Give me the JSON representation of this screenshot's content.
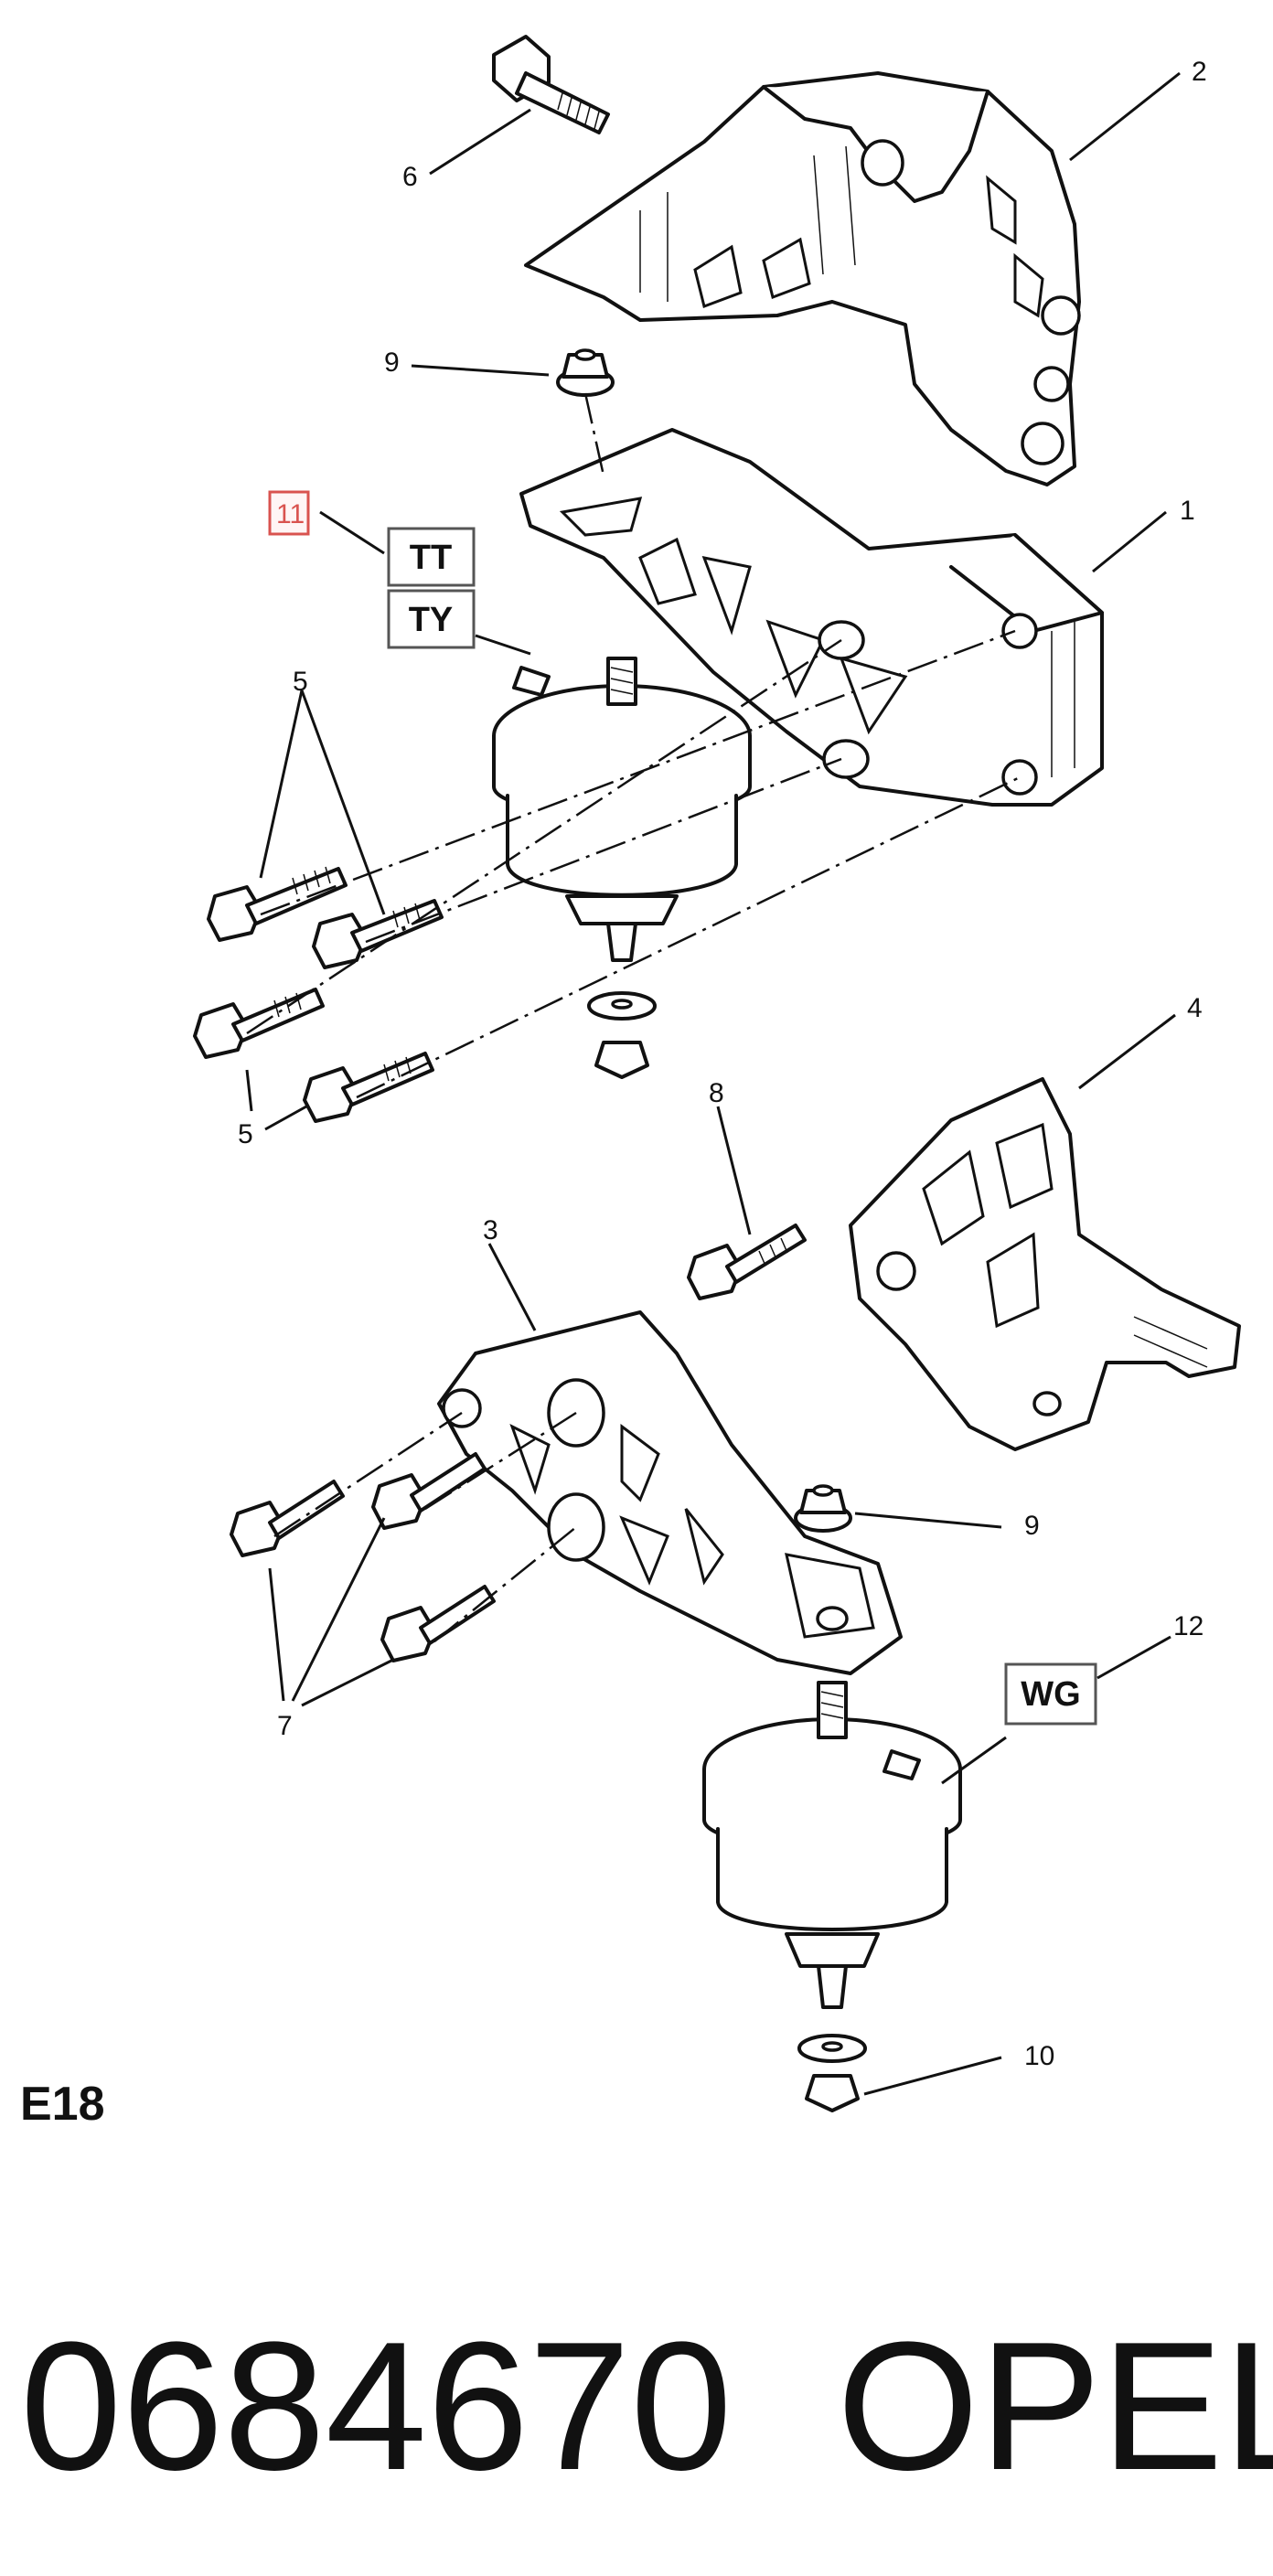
{
  "callouts": {
    "c1": "1",
    "c2": "2",
    "c3": "3",
    "c4": "4",
    "c5a": "5",
    "c5b": "5",
    "c6": "6",
    "c7": "7",
    "c8": "8",
    "c9a": "9",
    "c9b": "9",
    "c10": "10",
    "c11": "11",
    "c12": "12"
  },
  "codes": {
    "tt": "TT",
    "ty": "TY",
    "wg": "WG"
  },
  "section_label": "E18",
  "part_number": "0684670",
  "brand": "OPEL",
  "colors": {
    "ink": "#111111",
    "highlight_box": "#d9534f",
    "paper": "#ffffff"
  }
}
